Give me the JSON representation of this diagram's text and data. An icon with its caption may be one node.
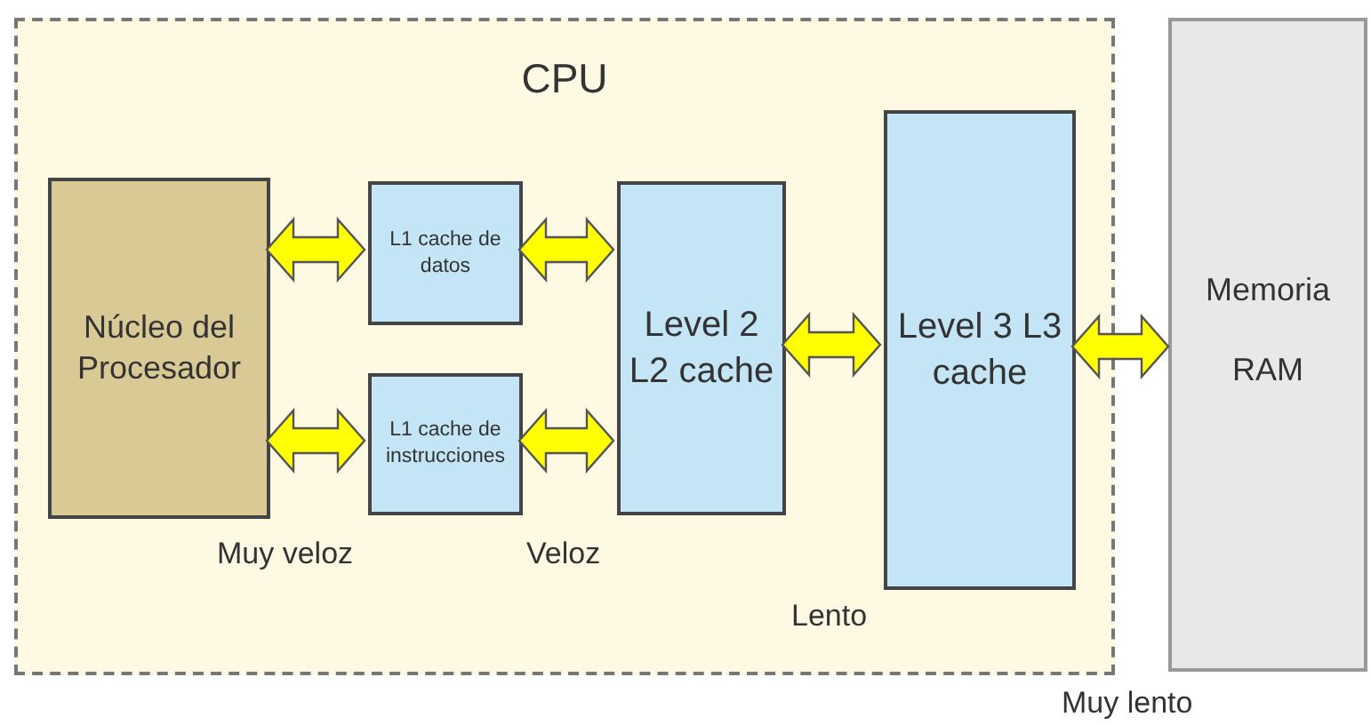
{
  "diagram": {
    "nodes": [
      {
        "text": [
          "CPU"
        ]
      },
      {
        "text": [
          "Núcleo del Procesador"
        ],
        "in": 0
      },
      {
        "text": [
          "L1 cache de datos"
        ],
        "in": 0
      },
      {
        "text": [
          "L1 cache de instrucciones"
        ],
        "in": 0
      },
      {
        "text": [
          "Level 2 L2 cache"
        ],
        "in": 0
      },
      {
        "text": [
          "Level 3 L3 cache"
        ],
        "in": 0
      },
      {
        "text": [
          "Memoria",
          "RAM"
        ]
      }
    ],
    "edges": [
      {
        "from": 1,
        "to": 2,
        "arrow": "both"
      },
      {
        "from": 1,
        "to": 3,
        "arrow": "both"
      },
      {
        "from": 2,
        "to": 4,
        "arrow": "both"
      },
      {
        "from": 3,
        "to": 4,
        "arrow": "both"
      },
      {
        "from": 4,
        "to": 5,
        "arrow": "both"
      },
      {
        "from": 5,
        "to": 6,
        "arrow": "both"
      }
    ],
    "labels": [
      "Muy veloz",
      "Veloz",
      "Lento",
      "Muy lento"
    ]
  }
}
